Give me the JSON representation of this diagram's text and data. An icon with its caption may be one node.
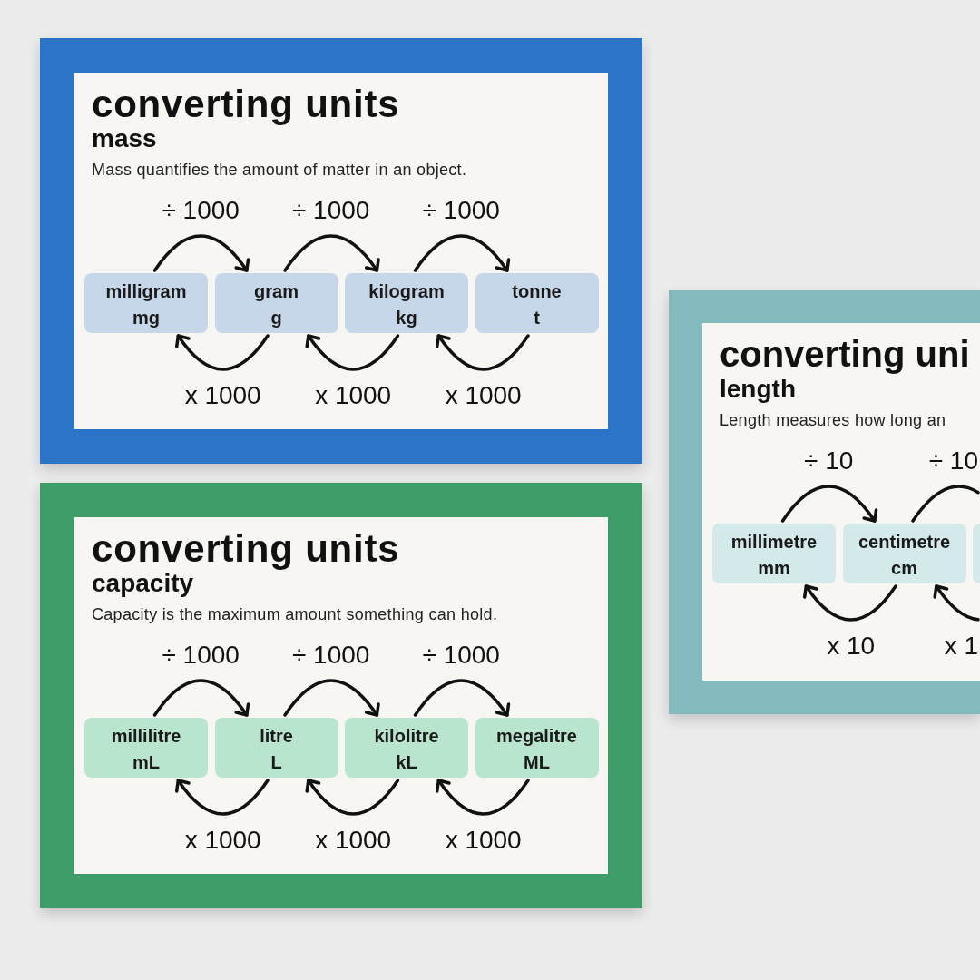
{
  "diagram": {
    "nodes": [
      {
        "text": [
          "converting units",
          "mass",
          "Mass quantifies the amount of matter in an object."
        ]
      },
      {
        "text": [
          "milligram",
          "mg"
        ],
        "in": 0
      },
      {
        "text": [
          "gram",
          "g"
        ],
        "in": 0
      },
      {
        "text": [
          "kilogram",
          "kg"
        ],
        "in": 0
      },
      {
        "text": [
          "tonne",
          "t"
        ],
        "in": 0
      },
      {
        "text": [
          "converting units",
          "capacity",
          "Capacity is the maximum amount something can hold."
        ]
      },
      {
        "text": [
          "millilitre",
          "mL"
        ],
        "in": 5
      },
      {
        "text": [
          "litre",
          "L"
        ],
        "in": 5
      },
      {
        "text": [
          "kilolitre",
          "kL"
        ],
        "in": 5
      },
      {
        "text": [
          "megalitre",
          "ML"
        ],
        "in": 5
      },
      {
        "text": [
          "converting uni",
          "length",
          "Length measures how long an"
        ]
      },
      {
        "text": [
          "millimetre",
          "mm"
        ],
        "in": 10
      },
      {
        "text": [
          "centimetre",
          "cm"
        ],
        "in": 10
      },
      {
        "text": [],
        "shape": "box",
        "in": 10
      }
    ],
    "edges": [
      {
        "from": 1,
        "to": 2,
        "arrow": "to",
        "label": "÷ 1000"
      },
      {
        "from": 2,
        "to": 3,
        "arrow": "to",
        "label": "÷ 1000"
      },
      {
        "from": 3,
        "to": 4,
        "arrow": "to",
        "label": "÷ 1000"
      },
      {
        "from": 2,
        "to": 1,
        "arrow": "to",
        "label": "x 1000"
      },
      {
        "from": 3,
        "to": 2,
        "arrow": "to",
        "label": "x 1000"
      },
      {
        "from": 4,
        "to": 3,
        "arrow": "to",
        "label": "x 1000"
      },
      {
        "from": 6,
        "to": 7,
        "arrow": "to",
        "label": "÷ 1000"
      },
      {
        "from": 7,
        "to": 8,
        "arrow": "to",
        "label": "÷ 1000"
      },
      {
        "from": 8,
        "to": 9,
        "arrow": "to",
        "label": "÷ 1000"
      },
      {
        "from": 7,
        "to": 6,
        "arrow": "to",
        "label": "x 1000"
      },
      {
        "from": 8,
        "to": 7,
        "arrow": "to",
        "label": "x 1000"
      },
      {
        "from": 9,
        "to": 8,
        "arrow": "to",
        "label": "x 1000"
      },
      {
        "from": 11,
        "to": 12,
        "arrow": "to",
        "label": "÷ 10"
      },
      {
        "from": 12,
        "to": null,
        "arrow": "none",
        "label": "÷ 10"
      },
      {
        "from": 12,
        "to": 11,
        "arrow": "to",
        "label": "x 10"
      },
      {
        "from": null,
        "to": 12,
        "arrow": "to",
        "label": "x 1"
      }
    ]
  }
}
